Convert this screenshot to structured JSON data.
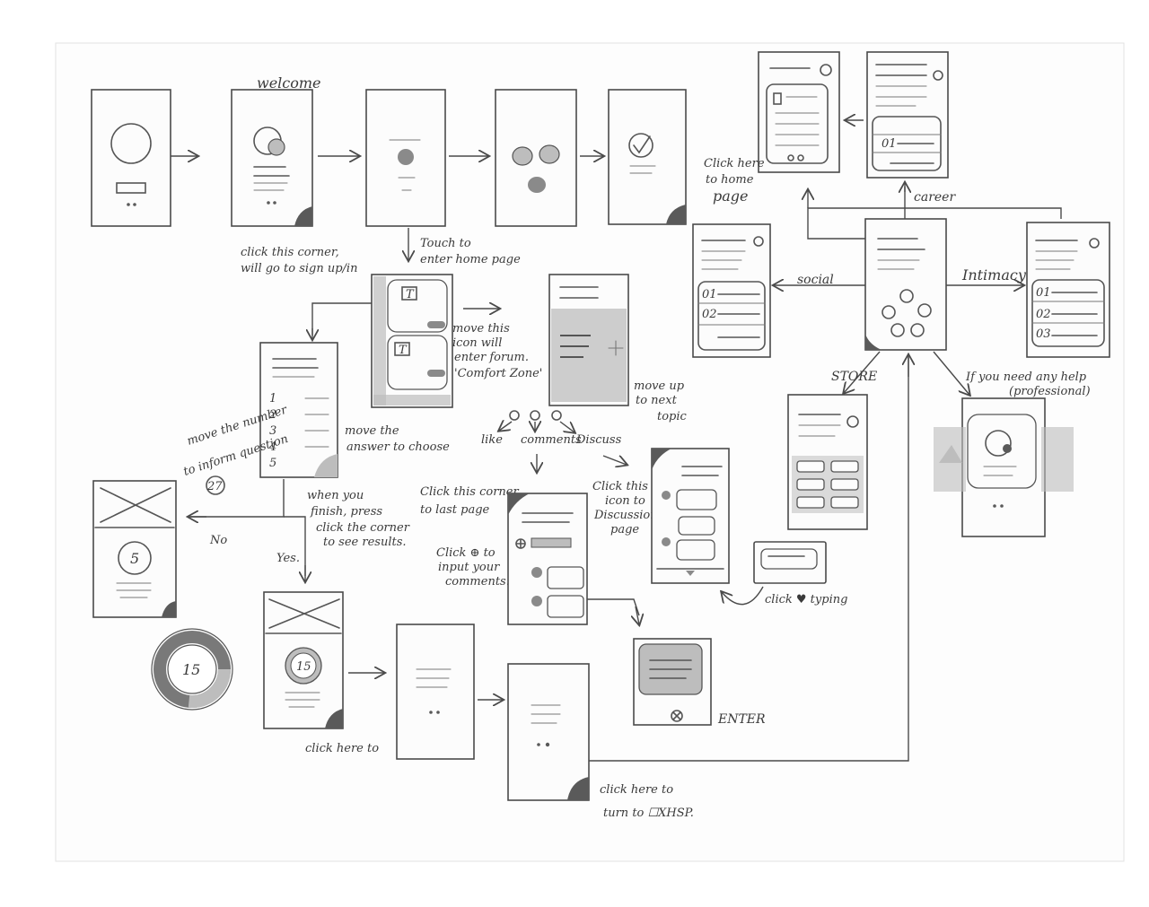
{
  "annotations": {
    "welcome": "welcome",
    "click_corner_1": "click this corner,",
    "click_corner_2": "will go to sign up/in",
    "touch_1": "Touch to",
    "touch_2": "enter home page",
    "move_icon_1": "move this",
    "move_icon_2": "icon will",
    "move_icon_3": "enter forum.",
    "move_icon_4": "'Comfort Zone'",
    "move_up_1": "move up",
    "move_up_2": "to next",
    "move_up_3": "topic",
    "like": "like",
    "comments": "comments",
    "discuss": "Discuss",
    "move_answer_1": "move the",
    "move_answer_2": "answer to choose",
    "move_number_1": "move the number",
    "move_number_2": "to inform question",
    "num_27": "27",
    "when_finish_1": "when you",
    "when_finish_2": "finish, press",
    "when_finish_3": "click the corner",
    "when_finish_4": "to see results.",
    "no": "No",
    "yes": "Yes.",
    "num_5": "5",
    "num_15_ring": "15",
    "num_15": "15",
    "click_last_1": "Click this corner",
    "click_last_2": "to last page",
    "click_plus_1": "Click ⊕ to",
    "click_plus_2": "input your",
    "click_plus_3": "comments.",
    "click_discuss_1": "Click this",
    "click_discuss_2": "icon to",
    "click_discuss_3": "Discussion",
    "click_discuss_4": "page",
    "click_typing": "click ♥ typing",
    "enter": "ENTER",
    "click_here_to": "click here to",
    "click_turn_1": "click here to",
    "click_turn_2": "turn to ☐XHSP.",
    "click_home_1": "Click here",
    "click_home_2": "to home",
    "click_home_3": "page",
    "career": "career",
    "social": "social",
    "intimacy": "Intimacy",
    "store": "STORE",
    "help_1": "If you need any help",
    "help_2": "(professional)",
    "num_01": "01",
    "num_02": "02",
    "num_03": "03",
    "t_icon": "T",
    "q1": "1",
    "q2": "2",
    "q3": "3",
    "q4": "4",
    "q5": "5"
  }
}
